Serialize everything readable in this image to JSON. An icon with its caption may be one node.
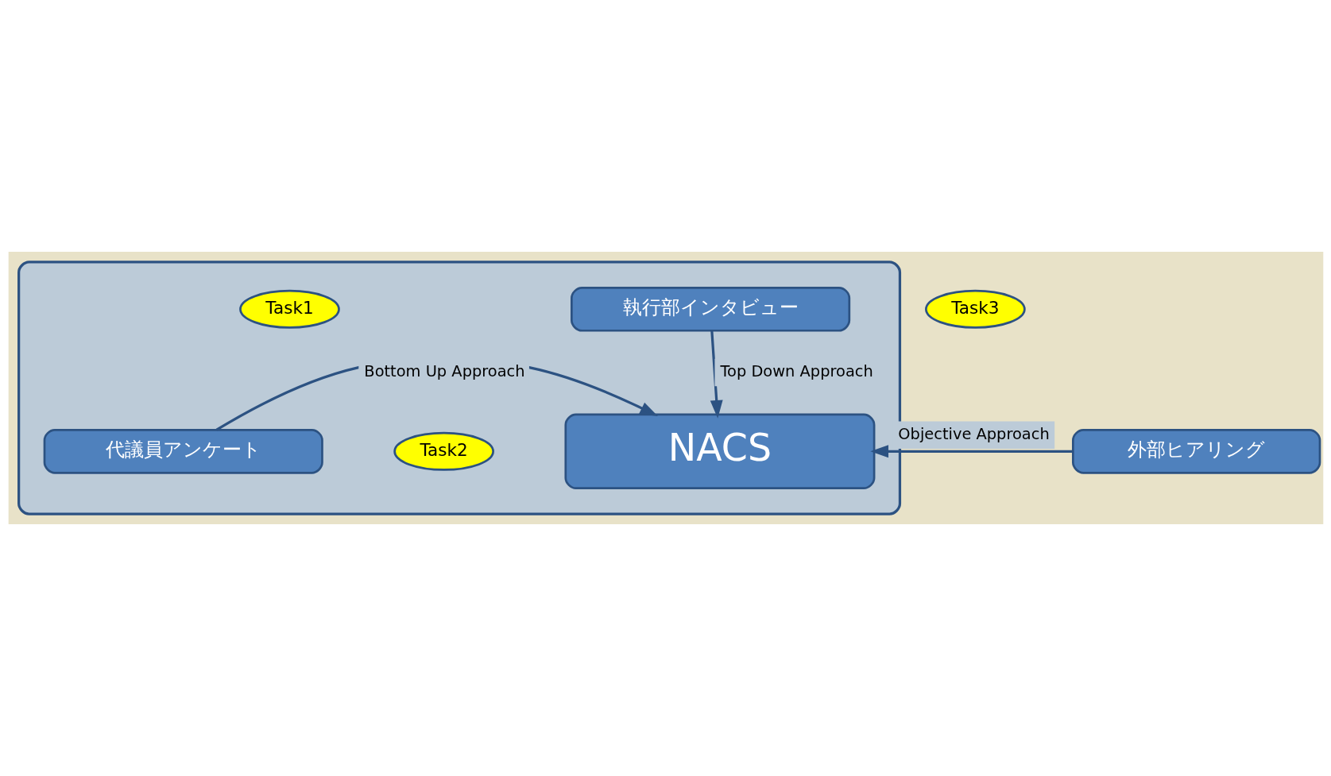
{
  "diagram": {
    "nodes": [
      {
        "text": [],
        "shape": "box"
      },
      {
        "text": [
          "執行部インタビュー"
        ],
        "in": 0
      },
      {
        "text": [
          "Task1"
        ],
        "in": 0
      },
      {
        "text": [
          "NACS"
        ],
        "in": 0
      },
      {
        "text": [
          "Task2"
        ],
        "in": 0
      },
      {
        "text": [
          "代議員アンケート"
        ],
        "in": 0
      },
      {
        "text": [
          "Task3"
        ]
      },
      {
        "text": [
          "外部ヒアリング"
        ]
      }
    ],
    "edges": [
      {
        "from": 1,
        "to": 3,
        "arrow": "to",
        "label": "Top Down Approach"
      },
      {
        "from": 5,
        "to": 3,
        "arrow": "to",
        "label": "Bottom Up Approach"
      },
      {
        "from": 7,
        "to": 3,
        "arrow": "to",
        "label": "Objective Approach"
      }
    ]
  }
}
